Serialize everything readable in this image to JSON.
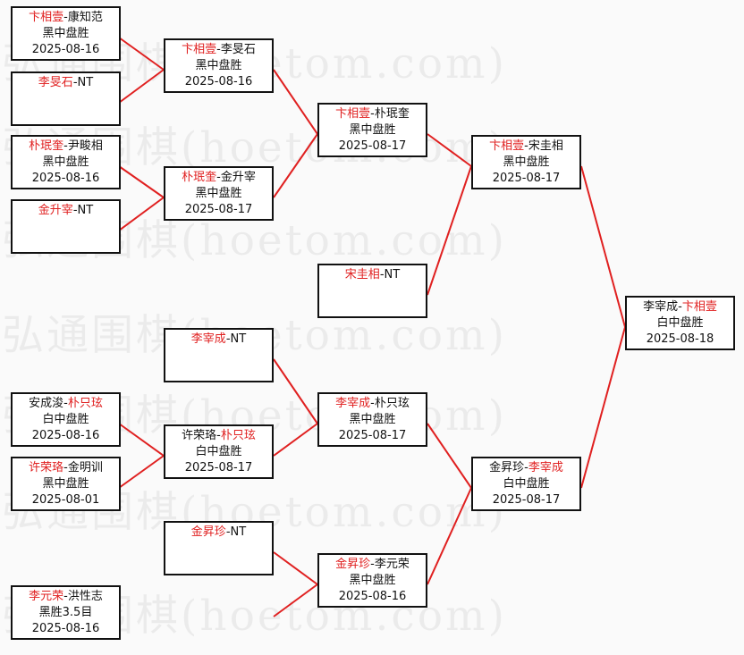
{
  "watermark": "弘通围棋(hoetom.com)",
  "colors": {
    "winner": "#e02020",
    "line": "#e02020",
    "border": "#111111"
  },
  "rounds": {
    "round1": [
      {
        "a": "卞相壹",
        "b": "康知范",
        "winner": "a",
        "result": "黑中盘胜",
        "date": "2025-08-16"
      },
      {
        "a": "李旻石",
        "b": "NT",
        "winner": "a",
        "result": "",
        "date": ""
      },
      {
        "a": "朴珉奎",
        "b": "尹畯相",
        "winner": "a",
        "result": "黑中盘胜",
        "date": "2025-08-16"
      },
      {
        "a": "金升宰",
        "b": "NT",
        "winner": "a",
        "result": "",
        "date": ""
      },
      {
        "a": "安成浚",
        "b": "朴只玹",
        "winner": "b",
        "result": "白中盘胜",
        "date": "2025-08-16"
      },
      {
        "a": "许荣珞",
        "b": "金明训",
        "winner": "a",
        "result": "黑中盘胜",
        "date": "2025-08-01"
      },
      {
        "a": "李元荣",
        "b": "洪性志",
        "winner": "a",
        "result": "黑胜3.5目",
        "date": "2025-08-16"
      }
    ],
    "round2": [
      {
        "a": "卞相壹",
        "b": "李旻石",
        "winner": "a",
        "result": "黑中盘胜",
        "date": "2025-08-16"
      },
      {
        "a": "朴珉奎",
        "b": "金升宰",
        "winner": "a",
        "result": "黑中盘胜",
        "date": "2025-08-17"
      },
      {
        "a": "宋圭相",
        "b": "NT",
        "winner": "a",
        "result": "",
        "date": ""
      },
      {
        "a": "李宰成",
        "b": "NT",
        "winner": "a",
        "result": "",
        "date": ""
      },
      {
        "a": "许荣珞",
        "b": "朴只玹",
        "winner": "b",
        "result": "白中盘胜",
        "date": "2025-08-17"
      },
      {
        "a": "金昇珍",
        "b": "NT",
        "winner": "a",
        "result": "",
        "date": ""
      }
    ],
    "round3": [
      {
        "a": "卞相壹",
        "b": "朴珉奎",
        "winner": "a",
        "result": "黑中盘胜",
        "date": "2025-08-17"
      },
      {
        "a": "李宰成",
        "b": "朴只玹",
        "winner": "a",
        "result": "黑中盘胜",
        "date": "2025-08-17"
      },
      {
        "a": "金昇珍",
        "b": "李元荣",
        "winner": "a",
        "result": "黑中盘胜",
        "date": "2025-08-16"
      }
    ],
    "semis": [
      {
        "a": "卞相壹",
        "b": "宋圭相",
        "winner": "a",
        "result": "黑中盘胜",
        "date": "2025-08-17"
      },
      {
        "a": "金昇珍",
        "b": "李宰成",
        "winner": "b",
        "result": "白中盘胜",
        "date": "2025-08-17"
      }
    ],
    "final": {
      "a": "李宰成",
      "b": "卞相壹",
      "winner": "b",
      "result": "白中盘胜",
      "date": "2025-08-18"
    }
  }
}
